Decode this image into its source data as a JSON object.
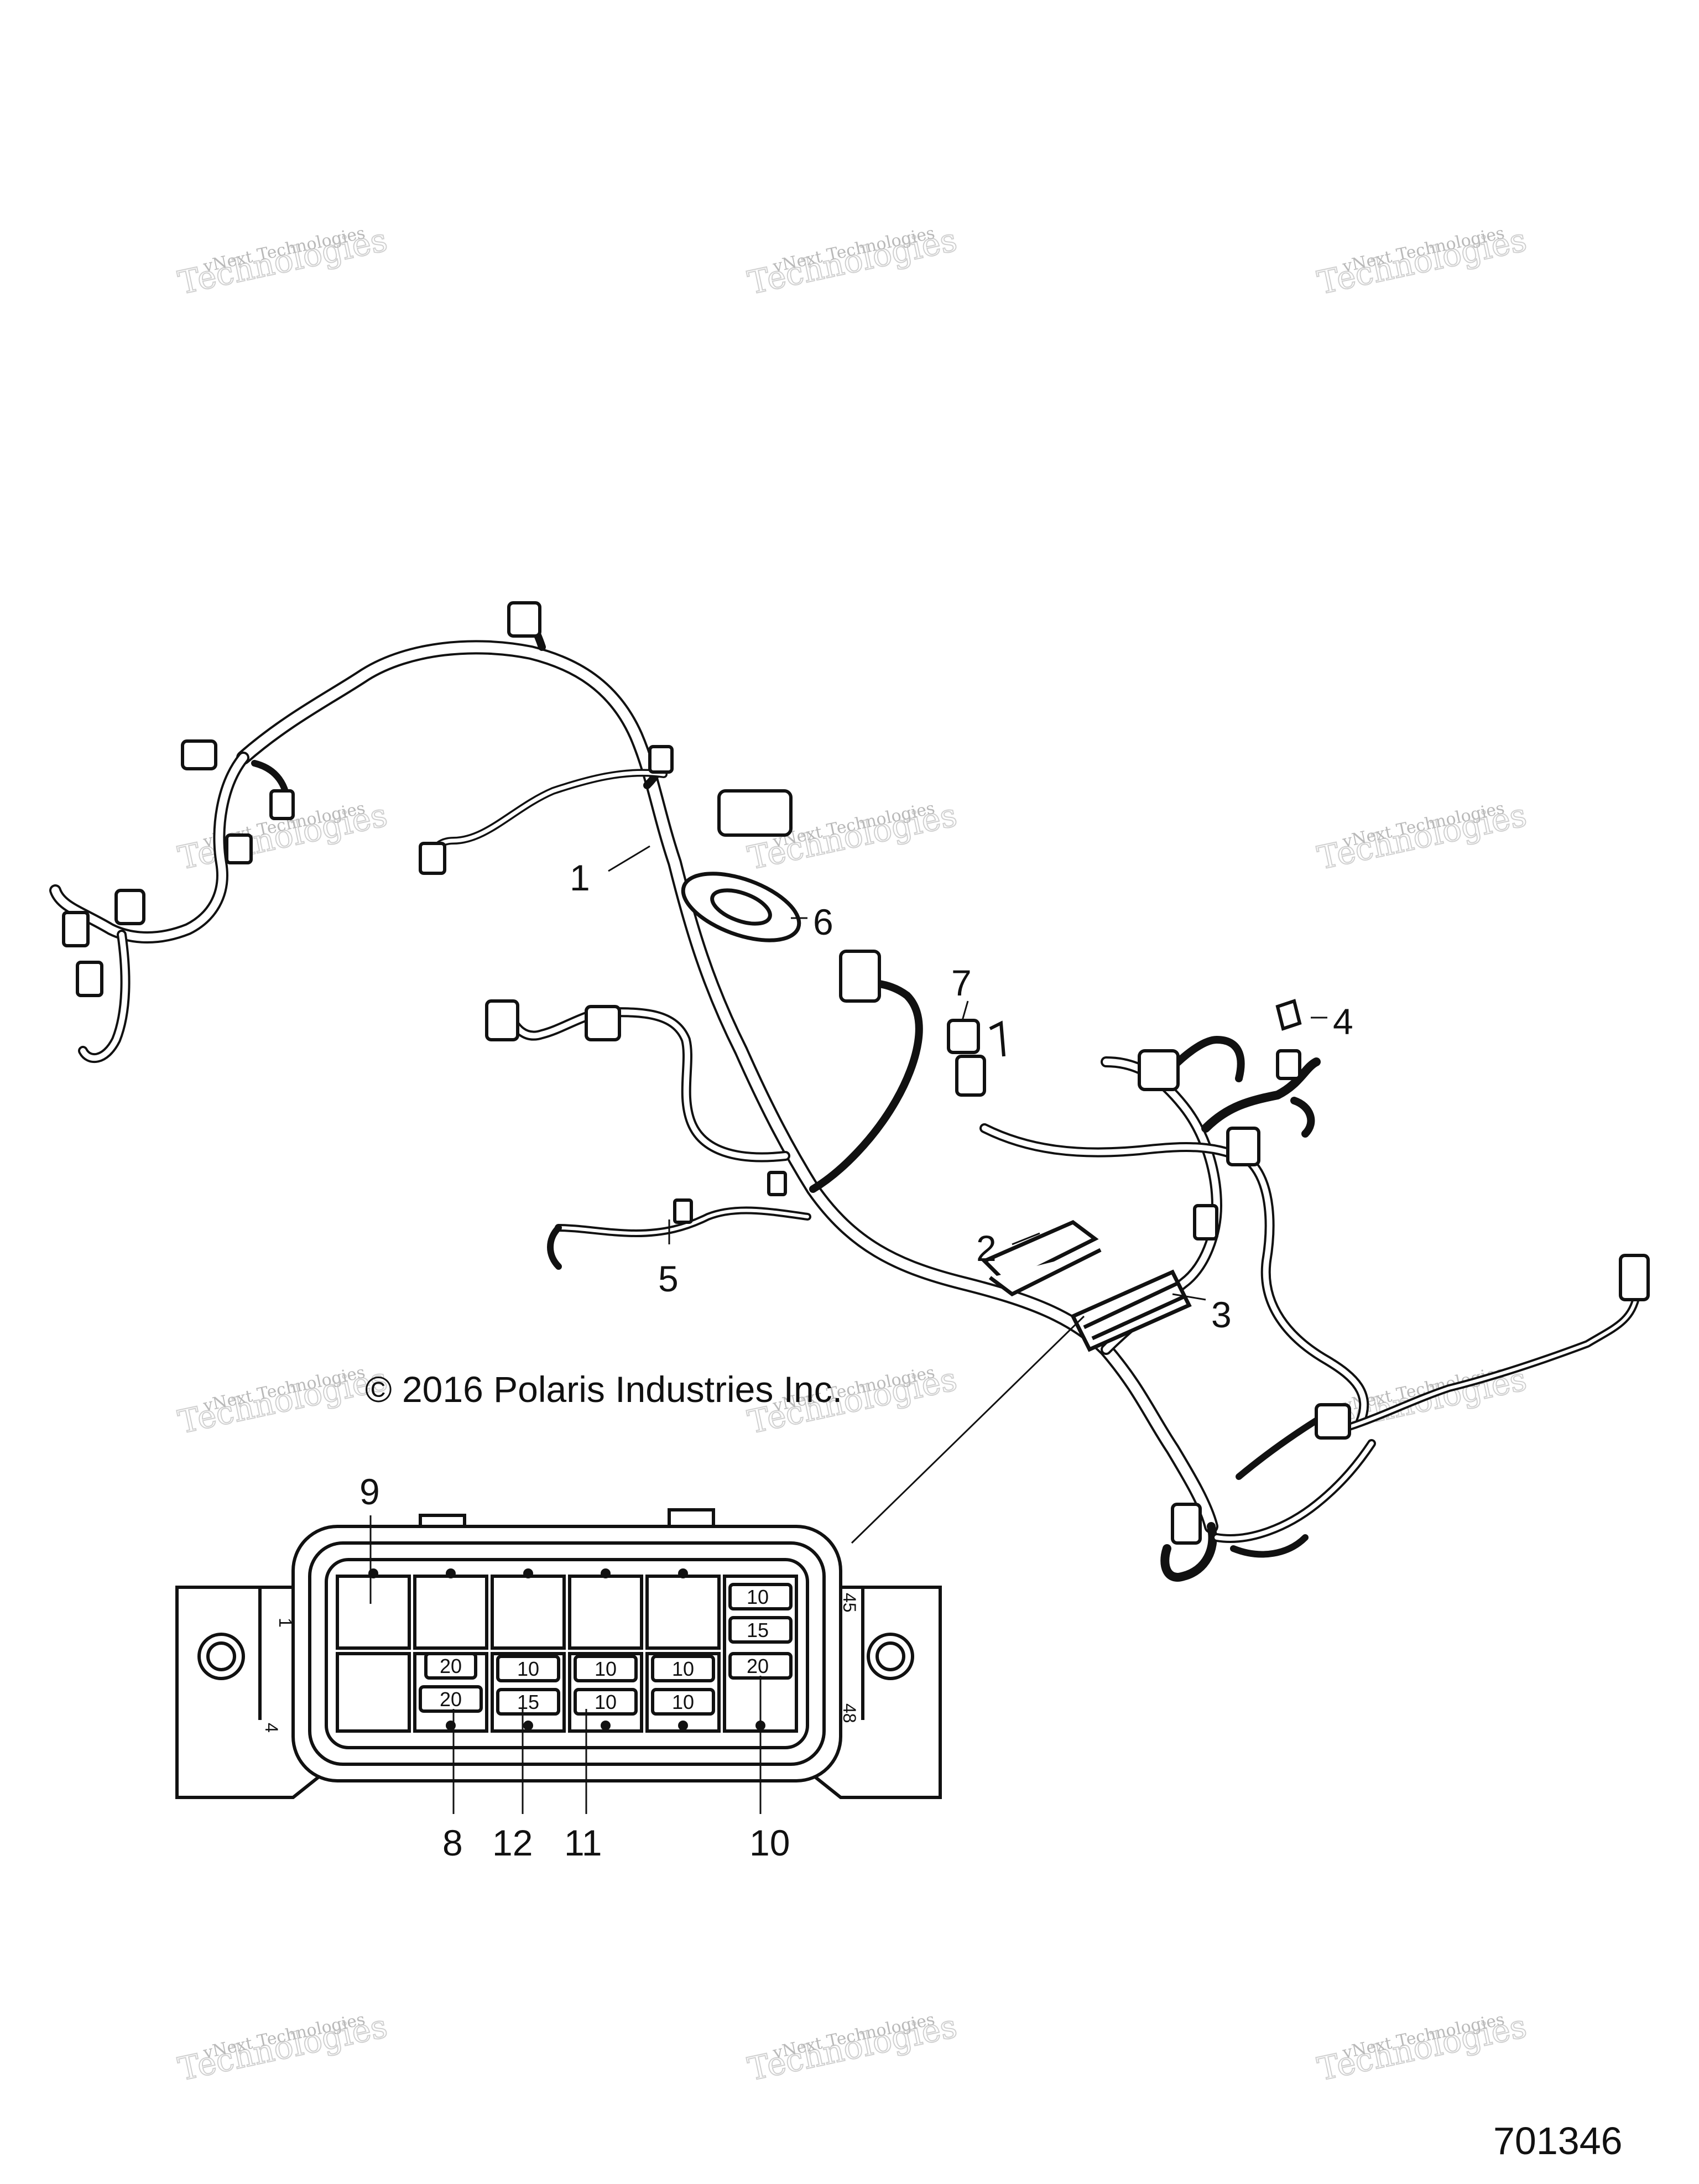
{
  "watermark": {
    "line1": "vNext Technologies",
    "line2": "Technologies"
  },
  "copyright": "© 2016 Polaris Industries Inc.",
  "document_number": "701346",
  "callouts": [
    "1",
    "2",
    "3",
    "4",
    "5",
    "6",
    "7",
    "8",
    "9",
    "10",
    "11",
    "12"
  ],
  "fuse_box": {
    "right_column": [
      "10",
      "15",
      "20"
    ],
    "top_row": [
      "20",
      "10",
      "10",
      "10"
    ],
    "bottom_row": [
      "20",
      "15",
      "10",
      "10"
    ],
    "pin_numbers": [
      "1",
      "45",
      "48",
      "4"
    ]
  }
}
